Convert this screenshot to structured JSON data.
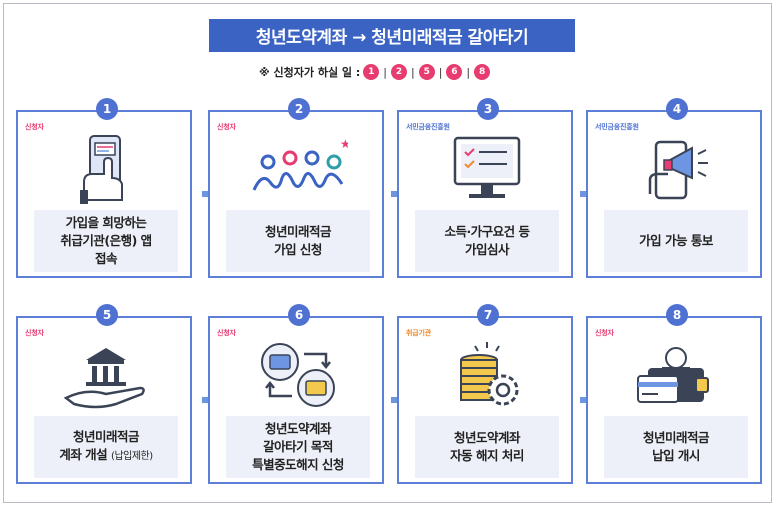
{
  "title": "청년도약계좌 → 청년미래적금 갈아타기",
  "legend": {
    "prefix": "※ 신청자가 하실 일 :",
    "steps": [
      "1",
      "2",
      "5",
      "6",
      "8"
    ]
  },
  "colors": {
    "title_bg": "#3b63c4",
    "card_border": "#5c7fd8",
    "applicant_role": "#e83c70",
    "agency_role": "#4f72d2",
    "handler_role": "#f08a2d",
    "label_bg": "#eef0f9"
  },
  "steps": [
    {
      "number": "1",
      "role": "신청자",
      "lines": [
        "가입을 희망하는",
        "취급기관(은행) 앱",
        "접속"
      ],
      "icon": "phone-tap-icon"
    },
    {
      "number": "2",
      "role": "신청자",
      "lines": [
        "청년미래적금",
        "가입 신청"
      ],
      "icon": "people-link-icon"
    },
    {
      "number": "3",
      "role": "서민금융진흥원",
      "lines": [
        "소득·가구요건 등",
        "가입심사"
      ],
      "icon": "monitor-checklist-icon"
    },
    {
      "number": "4",
      "role": "서민금융진흥원",
      "lines": [
        "가입 가능 통보"
      ],
      "icon": "megaphone-phone-icon"
    },
    {
      "number": "5",
      "role": "신청자",
      "lines": [
        "청년미래적금",
        "계좌 개설"
      ],
      "note": "(납입제한)",
      "icon": "bank-hand-icon"
    },
    {
      "number": "6",
      "role": "신청자",
      "lines": [
        "청년도약계좌",
        "갈아타기 목적",
        "특별중도해지 신청"
      ],
      "icon": "card-exchange-icon"
    },
    {
      "number": "7",
      "role": "취급기관",
      "lines": [
        "청년도약계좌",
        "자동 해지 처리"
      ],
      "icon": "coins-gear-icon"
    },
    {
      "number": "8",
      "role": "신청자",
      "lines": [
        "청년미래적금",
        "납입 개시"
      ],
      "icon": "wallet-card-icon"
    }
  ]
}
